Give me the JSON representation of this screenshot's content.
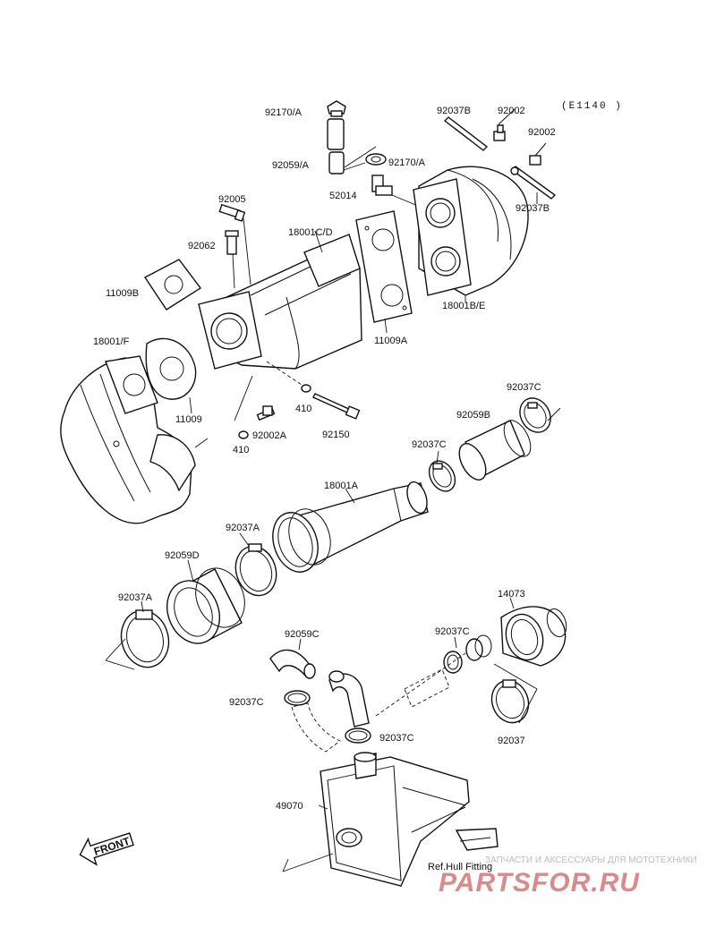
{
  "figure_code": "(E1140 )",
  "labels": {
    "l_92170a_top": "92170/A",
    "l_92059a": "92059/A",
    "l_92170a_mid": "92170/A",
    "l_52014": "52014",
    "l_92037b_top": "92037B",
    "l_92002_a": "92002",
    "l_92002_b": "92002",
    "l_92037b_right": "92037B",
    "l_92005": "92005",
    "l_92062": "92062",
    "l_18001cd": "18001C/D",
    "l_11009b": "11009B",
    "l_18001be": "18001B/E",
    "l_11009a": "11009A",
    "l_18001f": "18001/F",
    "l_11009": "11009",
    "l_410_a": "410",
    "l_92002a": "92002A",
    "l_410_b": "410",
    "l_92150": "92150",
    "l_92037c_r": "92037C",
    "l_92059b": "92059B",
    "l_92037c_m": "92037C",
    "l_18001a": "18001A",
    "l_92037a_m": "92037A",
    "l_92059d": "92059D",
    "l_92037a_l": "92037A",
    "l_14073": "14073",
    "l_92059c": "92059C",
    "l_92037c_14": "92037C",
    "l_92037c_lb": "92037C",
    "l_92037c_bot": "92037C",
    "l_92037": "92037",
    "l_49070": "49070"
  },
  "front_arrow": "FRONT",
  "ref_note": "Ref.Hull Fitting",
  "watermark": {
    "small": "ЗАПЧАСТИ И АКСЕССУАРЫ ДЛЯ МОТОТЕХНИКИ",
    "big": "PARTSFOR.RU"
  }
}
